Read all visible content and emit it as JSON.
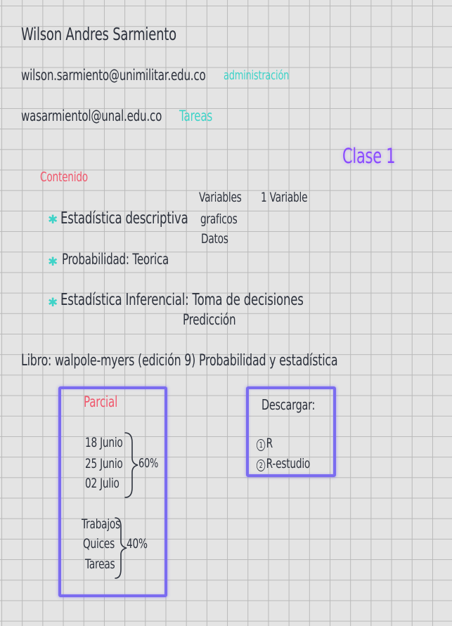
{
  "header": {
    "name": "Wilson Andres Sarmiento",
    "email1": "wilson.sarmiento@unimilitar.edu.co",
    "email1_tag": "administración",
    "email2": "wasarmientol@unal.edu.co",
    "email2_tag": "Tareas"
  },
  "clase_label": "Clase 1",
  "contenido": {
    "heading": "Contenido",
    "item1": "Estadística descriptiva",
    "item1_notes": [
      "Variables",
      "graficos",
      "Datos"
    ],
    "item1_extra": "1 Variable",
    "item2": "Probabilidad: Teorica",
    "item3": "Estadística Inferencial: Toma de decisiones",
    "item3_note": "Predicción"
  },
  "libro": "Libro: walpole-myers (edición 9) Probabilidad y estadística",
  "parcial": {
    "title": "Parcial",
    "dates": [
      "18 Junio",
      "25 Junio",
      "02 Julio"
    ],
    "dates_pct": "60%",
    "items": [
      "Trabajos",
      "Quices",
      "Tareas"
    ],
    "items_pct": "40%"
  },
  "descargar": {
    "title": "Descargar:",
    "item1_num": "1",
    "item1": "R",
    "item2_num": "2",
    "item2": "R-estudio"
  },
  "colors": {
    "ink": "#2d323d",
    "teal": "#3fd3c8",
    "pink": "#f0566b",
    "purple": "#8a4bff",
    "box": "#7b6cf0"
  }
}
